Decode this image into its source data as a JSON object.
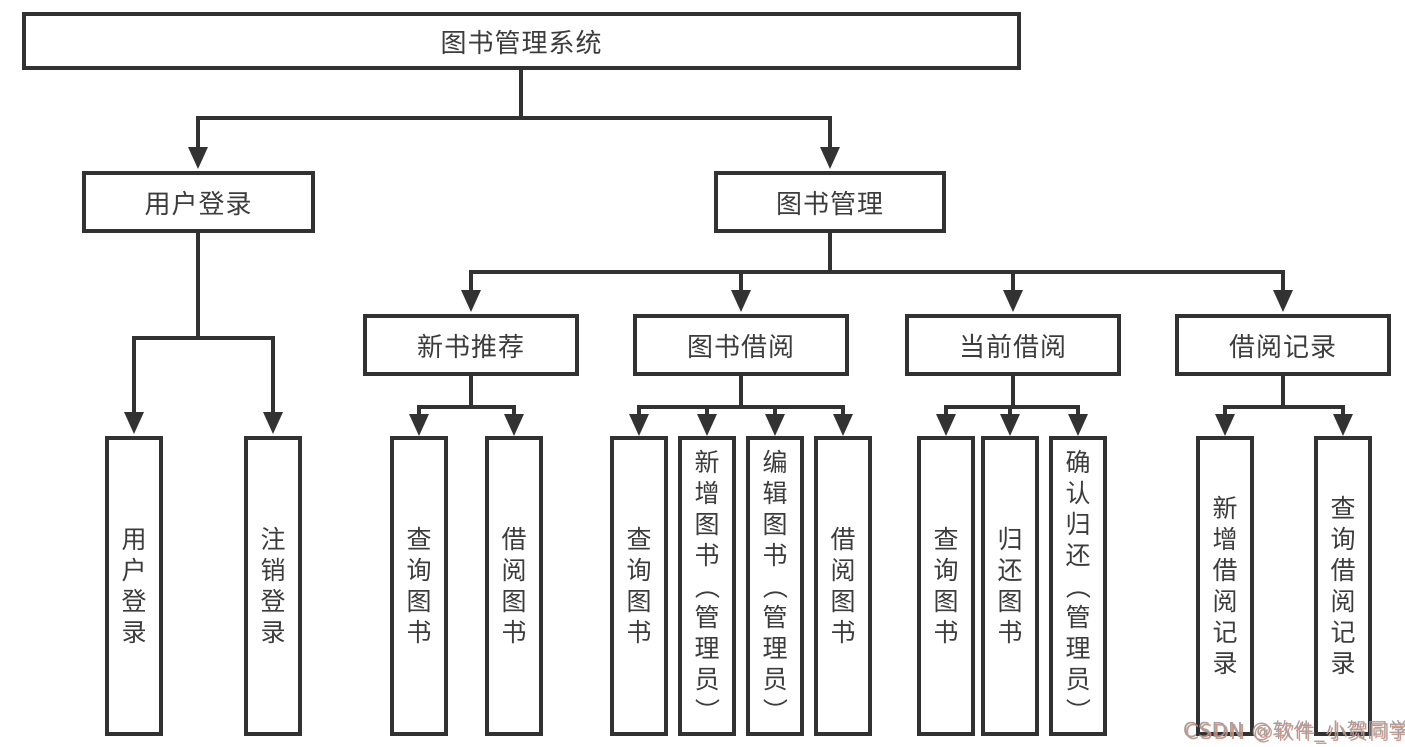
{
  "nodes": {
    "root": {
      "label": "图书管理系统"
    },
    "user_login": {
      "label": "用户登录"
    },
    "book_mgmt": {
      "label": "图书管理"
    },
    "new_book": {
      "label": "新书推荐"
    },
    "book_borrow": {
      "label": "图书借阅"
    },
    "current_borrow": {
      "label": "当前借阅"
    },
    "borrow_records": {
      "label": "借阅记录"
    }
  },
  "leaves": {
    "user_login": [
      "用户登录",
      "注销登录"
    ],
    "new_book": [
      "查询图书",
      "借阅图书"
    ],
    "book_borrow": [
      "查询图书",
      "新增图书（管理员）",
      "编辑图书（管理员）",
      "借阅图书"
    ],
    "current_borrow": [
      "查询图书",
      "归还图书",
      "确认归还（管理员）"
    ],
    "borrow_records": [
      "新增借阅记录",
      "查询借阅记录"
    ]
  },
  "watermark": "CSDN @软件_小贺同学",
  "colors": {
    "line": "#323232",
    "text": "#3c3c3c",
    "watermark_gray": "#9b9b9b",
    "watermark_red": "#d98c7a"
  }
}
